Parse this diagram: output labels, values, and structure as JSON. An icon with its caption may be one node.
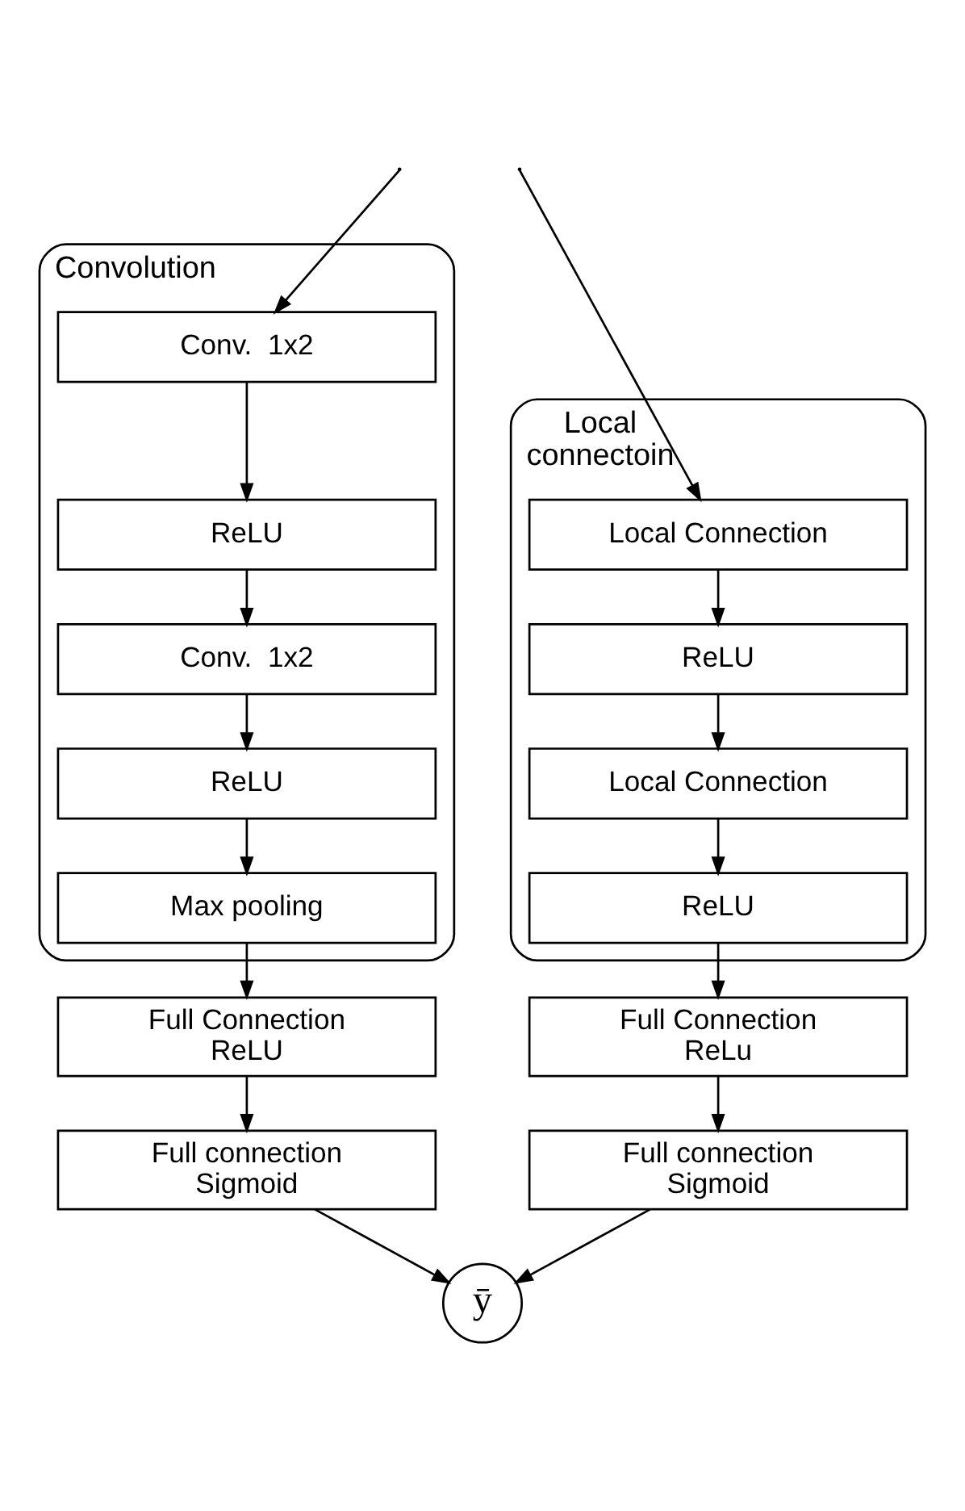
{
  "diagram": {
    "nodes": [
      {
        "text": [
          "Convolution"
        ]
      },
      {
        "text": [
          "Conv.  1x2"
        ],
        "in": 0
      },
      {
        "text": [
          "ReLU"
        ],
        "in": 0
      },
      {
        "text": [
          "Conv.  1x2"
        ],
        "in": 0
      },
      {
        "text": [
          "ReLU"
        ],
        "in": 0
      },
      {
        "text": [
          "Max pooling"
        ],
        "in": 0
      },
      {
        "text": [
          "Local connectoin"
        ]
      },
      {
        "text": [
          "Local Connection"
        ],
        "in": 6
      },
      {
        "text": [
          "ReLU"
        ],
        "in": 6
      },
      {
        "text": [
          "Local Connection"
        ],
        "in": 6
      },
      {
        "text": [
          "ReLU"
        ],
        "in": 6
      },
      {
        "text": [
          "Full Connection",
          "ReLU"
        ]
      },
      {
        "text": [
          "Full connection",
          "Sigmoid"
        ]
      },
      {
        "text": [
          "Full Connection",
          "ReLu"
        ]
      },
      {
        "text": [
          "Full connection",
          "Sigmoid"
        ]
      },
      {
        "text": [
          "ȳ"
        ]
      }
    ],
    "edges": [
      {
        "from": null,
        "to": 1,
        "arrow": "to"
      },
      {
        "from": null,
        "to": 7,
        "arrow": "to"
      },
      {
        "from": 1,
        "to": 2,
        "arrow": "to"
      },
      {
        "from": 2,
        "to": 3,
        "arrow": "to"
      },
      {
        "from": 3,
        "to": 4,
        "arrow": "to"
      },
      {
        "from": 4,
        "to": 5,
        "arrow": "to"
      },
      {
        "from": 5,
        "to": 11,
        "arrow": "to"
      },
      {
        "from": 11,
        "to": 12,
        "arrow": "to"
      },
      {
        "from": 12,
        "to": 15,
        "arrow": "to"
      },
      {
        "from": 7,
        "to": 8,
        "arrow": "to"
      },
      {
        "from": 8,
        "to": 9,
        "arrow": "to"
      },
      {
        "from": 9,
        "to": 10,
        "arrow": "to"
      },
      {
        "from": 10,
        "to": 13,
        "arrow": "to"
      },
      {
        "from": 13,
        "to": 14,
        "arrow": "to"
      },
      {
        "from": 14,
        "to": 15,
        "arrow": "to"
      }
    ]
  }
}
